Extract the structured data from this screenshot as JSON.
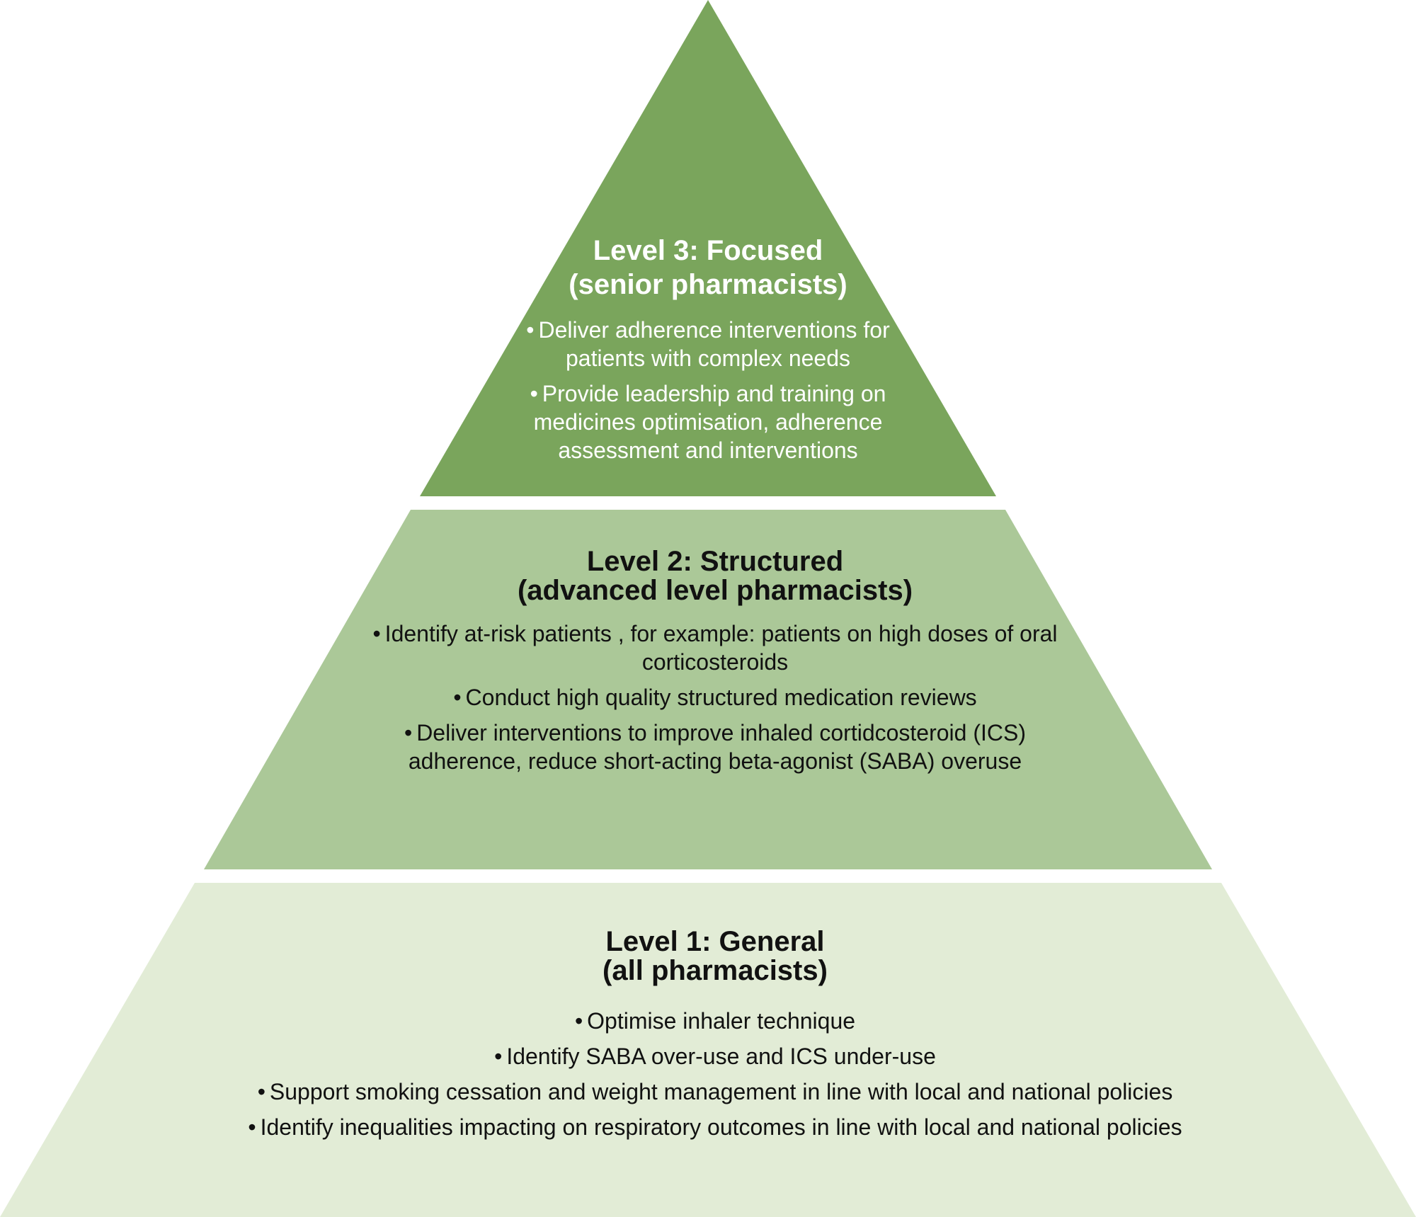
{
  "colors": {
    "level3_fill": "#7aa55c",
    "level2_fill": "#abc898",
    "level1_fill": "#e2ecd6",
    "level3_text": "#ffffff",
    "level2_text": "#111111",
    "level1_text": "#111111"
  },
  "levels": {
    "level3": {
      "title_line1": "Level 3: Focused",
      "title_line2": "(senior pharmacists)",
      "bullets": [
        "Deliver adherence interventions for patients with complex needs",
        "Provide leadership and training on medicines optimisation, adherence assessment and interventions"
      ]
    },
    "level2": {
      "title_line1": "Level 2: Structured",
      "title_line2": "(advanced level pharmacists)",
      "bullets": [
        "Identify at-risk patients , for example: patients on high doses of oral corticosteroids",
        "Conduct high quality structured medication reviews",
        "Deliver interventions to improve inhaled cortidcosteroid (ICS) adherence, reduce short-acting beta-agonist (SABA) overuse"
      ]
    },
    "level1": {
      "title_line1": "Level 1: General",
      "title_line2": "(all pharmacists)",
      "bullets": [
        "Optimise inhaler technique",
        "Identify SABA over-use and ICS under-use",
        "Support smoking cessation and weight management in line with local and national policies",
        "Identify inequalities impacting on respiratory outcomes in line with local and national policies"
      ]
    }
  }
}
